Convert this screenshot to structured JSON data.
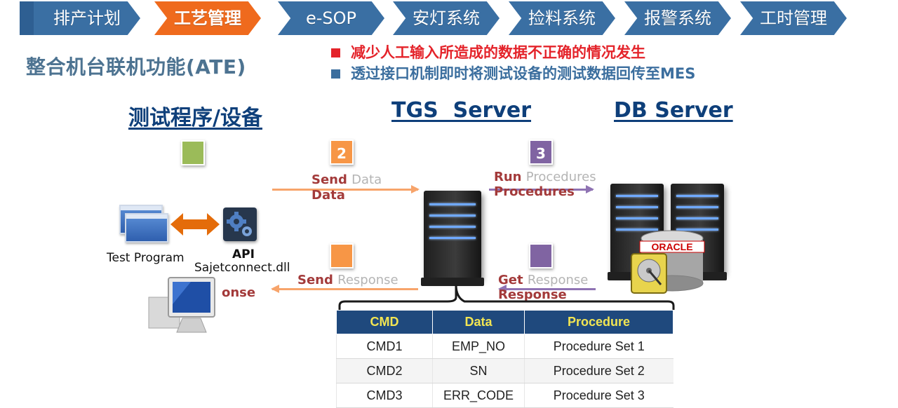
{
  "nav": {
    "items": [
      {
        "label": "排产计划",
        "active": false
      },
      {
        "label": "工艺管理",
        "active": true
      },
      {
        "label": "e-SOP",
        "active": false
      },
      {
        "label": "安灯系统",
        "active": false
      },
      {
        "label": "捡料系统",
        "active": false
      },
      {
        "label": "报警系统",
        "active": false
      },
      {
        "label": "工时管理",
        "active": false
      }
    ]
  },
  "title": "整合机台联机功能(ATE)",
  "bullets": [
    {
      "text": "减少人工输入所造成的数据不正确的情况发生",
      "color": "#e4232a"
    },
    {
      "text": "透过接口机制即时将测试设备的测试数据回传至MES",
      "color": "#3b6e9e"
    }
  ],
  "columns": {
    "left": "测试程序/设备",
    "middle": "TGS  Server",
    "right": "DB Server"
  },
  "steps": {
    "step2": "2",
    "step3": "3"
  },
  "arrows": {
    "send_data": {
      "front": "Send",
      "ghost": "Data",
      "below": "Data"
    },
    "run_procedures": {
      "front": "Run",
      "ghost": "Procedures",
      "below": "Procedures"
    },
    "send_response": {
      "front": "Send",
      "ghost": "Response",
      "below": "onse"
    },
    "get_response": {
      "front": "Get",
      "ghost": "Response",
      "below": "Response"
    }
  },
  "client": {
    "test_program_label": "Test Program",
    "api_label": "API",
    "dll_label": "Sajetconnect.dll"
  },
  "db_badge": "ORACLE",
  "table": {
    "headers": [
      "CMD",
      "Data",
      "Procedure"
    ],
    "rows": [
      [
        "CMD1",
        "EMP_NO",
        "Procedure Set 1"
      ],
      [
        "CMD2",
        "SN",
        "Procedure Set 2"
      ],
      [
        "CMD3",
        "ERR_CODE",
        "Procedure Set 3"
      ]
    ]
  },
  "colors": {
    "nav": "#3a6fa3",
    "nav_active": "#ef6a1d",
    "header_text": "#0e3f7a",
    "table_header_bg": "#1f497d",
    "table_header_text": "#f2e552",
    "step_green": "#9bbb59",
    "step_orange": "#f79646",
    "step_purple": "#8064a2"
  }
}
